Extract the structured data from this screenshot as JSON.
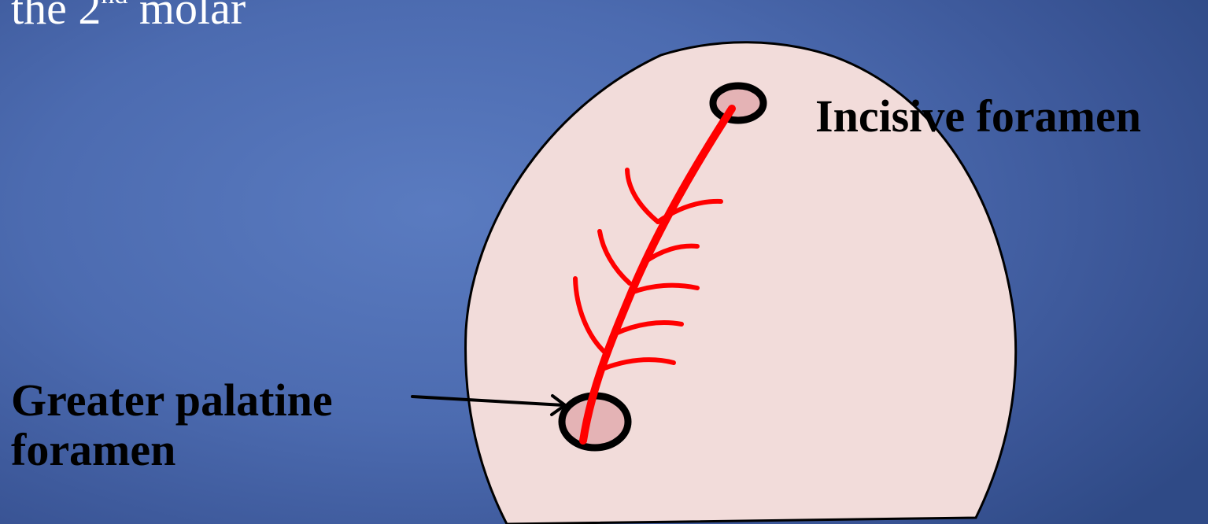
{
  "header": {
    "text_prefix": "the 2",
    "superscript": "nd",
    "text_suffix": " molar"
  },
  "labels": {
    "incisive_foramen": "Incisive foramen",
    "greater_palatine_line1": "Greater palatine",
    "greater_palatine_line2": "foramen"
  },
  "colors": {
    "background": "#4c6bb0",
    "palate_fill": "#f2dcda",
    "foramen_fill": "#e4b3b5",
    "artery": "#ff0000",
    "outline": "#000000",
    "text_light": "#ffffff",
    "text_dark": "#000000"
  }
}
